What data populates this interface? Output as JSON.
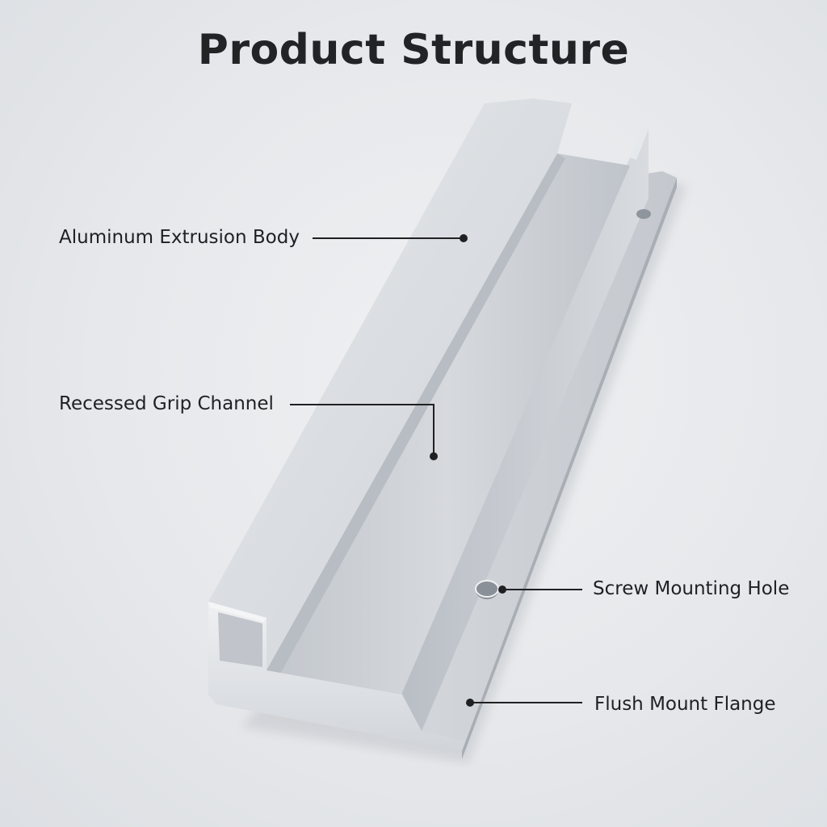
{
  "title": "Product Structure",
  "callouts": {
    "body": "Aluminum Extrusion Body",
    "channel": "Recessed Grip Channel",
    "screw": "Screw Mounting Hole",
    "flange": "Flush Mount Flange"
  },
  "colors": {
    "aluminum_light": "#dde0e4",
    "aluminum_mid": "#c9cdd2",
    "aluminum_dark": "#a9aeb5",
    "leader_line": "#1f2022"
  }
}
